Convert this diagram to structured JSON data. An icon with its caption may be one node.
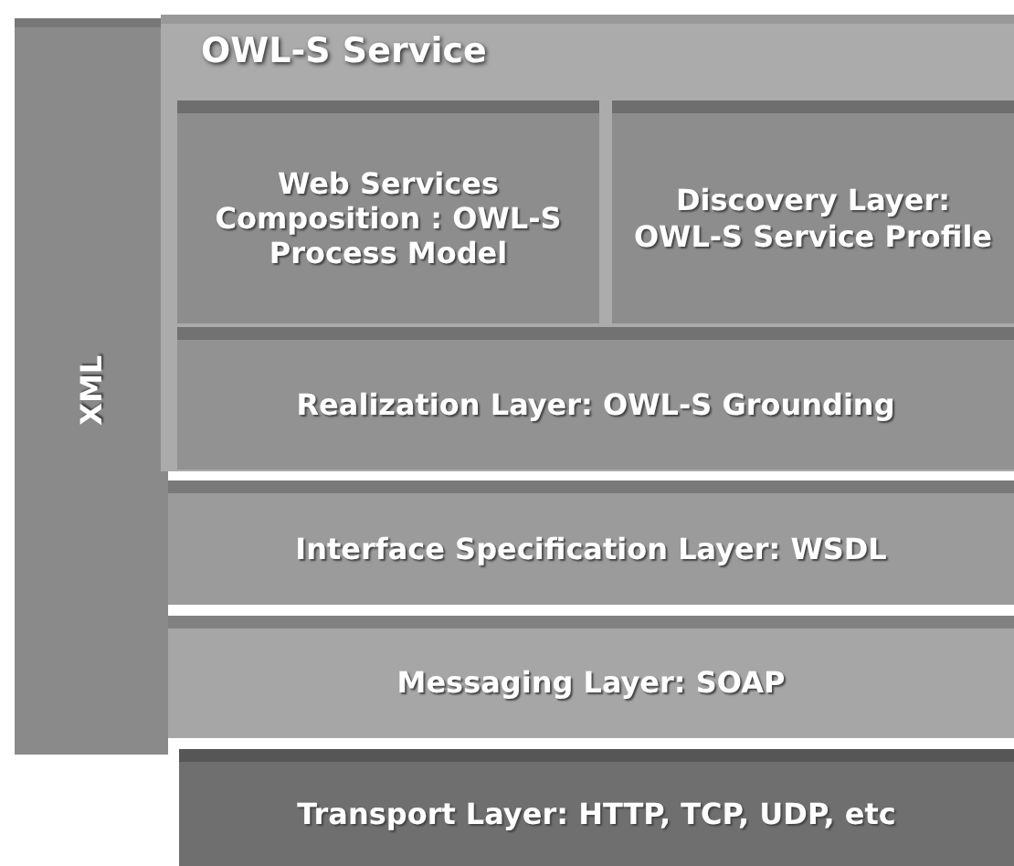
{
  "diagram": {
    "nodes": [
      {
        "text": [
          "XML"
        ]
      },
      {
        "text": [
          "OWL-S Service"
        ]
      },
      {
        "text": [
          "Web Services Composition : OWL-S Process Model"
        ],
        "in": 1
      },
      {
        "text": [
          "Discovery Layer: OWL-S Service Profile"
        ],
        "in": 1
      },
      {
        "text": [
          "Realization Layer: OWL-S Grounding"
        ],
        "in": 1
      },
      {
        "text": [
          "Interface Specification Layer: WSDL"
        ]
      },
      {
        "text": [
          "Messaging Layer: SOAP"
        ]
      },
      {
        "text": [
          "Transport Layer: HTTP, TCP, UDP, etc"
        ]
      }
    ]
  }
}
